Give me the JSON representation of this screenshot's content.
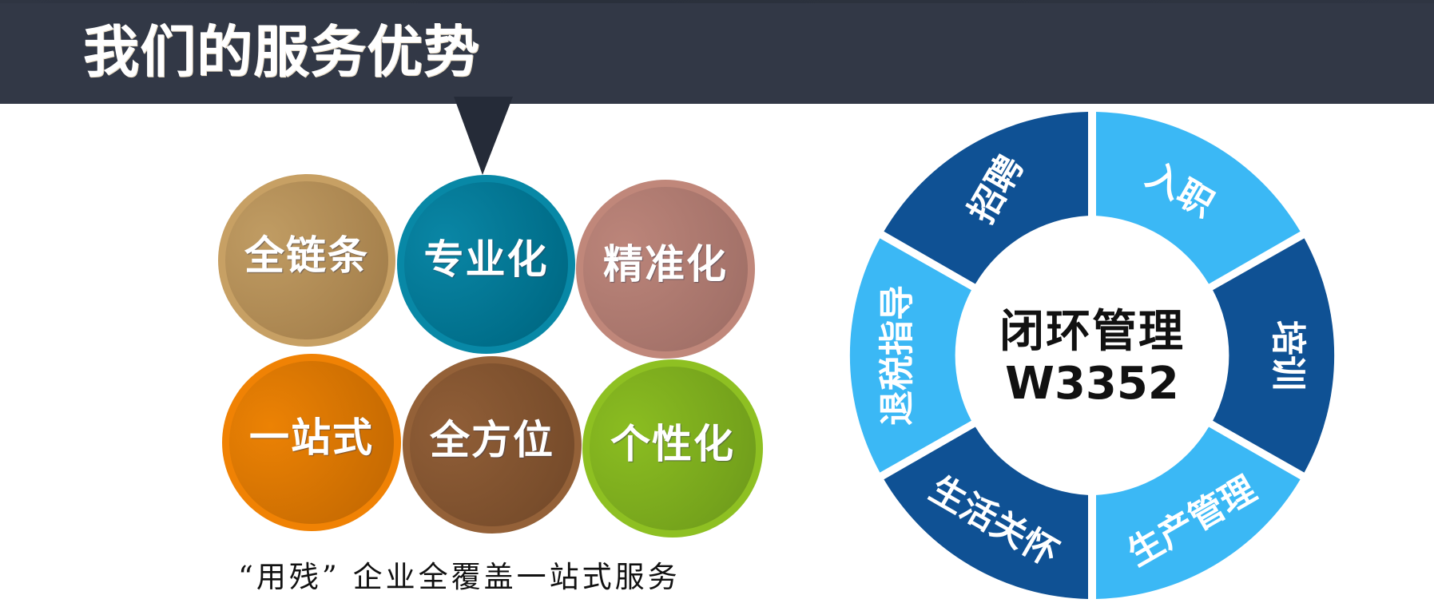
{
  "header": {
    "title": "我们的服务优势",
    "background": "#323846"
  },
  "pointer": {
    "color": "#252b38"
  },
  "advantages": {
    "items": [
      {
        "label": "全链条",
        "color": "#c7a064",
        "inner": "#a9844f"
      },
      {
        "label": "专业化",
        "color": "#0888a6",
        "inner": "#006e8a"
      },
      {
        "label": "精准化",
        "color": "#c0877a",
        "inner": "#a5736a"
      },
      {
        "label": "一站式",
        "color": "#f08204",
        "inner": "#cc6e02"
      },
      {
        "label": "全方位",
        "color": "#946138",
        "inner": "#7a4e2c"
      },
      {
        "label": "个性化",
        "color": "#8ec022",
        "inner": "#75a31c"
      }
    ],
    "caption": "“用残” 企业全覆盖一站式服务"
  },
  "cycle": {
    "center_title": "闭环管理",
    "center_code": "W3352",
    "colors": {
      "dark": "#0f5194",
      "light": "#3bb8f5"
    },
    "segments": [
      {
        "label": "招聘",
        "tone": "dark"
      },
      {
        "label": "入职",
        "tone": "light"
      },
      {
        "label": "培训",
        "tone": "dark"
      },
      {
        "label": "生产管理",
        "tone": "light"
      },
      {
        "label": "生活关怀",
        "tone": "dark"
      },
      {
        "label": "退税指导",
        "tone": "light"
      }
    ]
  }
}
